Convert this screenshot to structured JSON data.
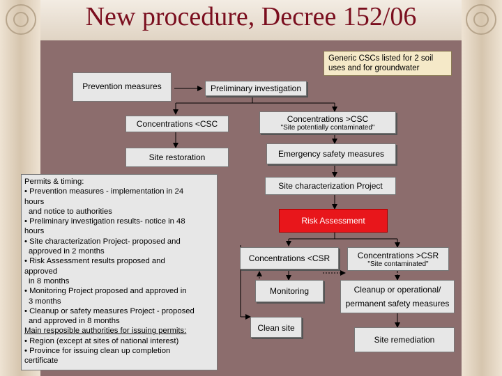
{
  "title": "New procedure, Decree 152/06",
  "note": [
    "Generic CSCs listed for 2 soil",
    "uses and for groundwater"
  ],
  "boxes": {
    "prevention": "Prevention measures",
    "preliminary": "Preliminary investigation",
    "conc_lt_csc": "Concentrations <CSC",
    "conc_gt_csc": "Concentrations >CSC",
    "conc_gt_csc_sub": "\"Site potentially contaminated\"",
    "site_restoration": "Site restoration",
    "emergency": "Emergency safety measures",
    "characterization": "Site characterization Project",
    "risk": "Risk Assessment",
    "conc_lt_csr": "Concentrations <CSR",
    "conc_gt_csr": "Concentrations >CSR",
    "conc_gt_csr_sub": "\"Site contaminated\"",
    "monitoring": "Monitoring",
    "cleanup": [
      "Cleanup or operational/",
      "permanent safety measures"
    ],
    "clean_site": "Clean site",
    "remediation": "Site remediation"
  },
  "info": {
    "heading": "Permits & timing:",
    "lines": [
      "• Prevention measures - implementation in 24",
      "hours",
      "  and notice to authorities",
      "• Preliminary investigation results- notice in 48",
      "hours",
      "• Site characterization Project- proposed and",
      "  approved in 2 months",
      "• Risk Assessment results proposed and",
      "approved",
      "  in 8 months",
      "• Monitoring Project proposed and approved in",
      "  3 months",
      "• Cleanup or safety measures Project - proposed",
      "  and  approved in 8 months"
    ],
    "authorities_heading": "Main resposible authorities for issuing permits:",
    "authorities": [
      "• Region (except at sites of national interest)",
      "• Province for issuing clean up completion",
      "certificate"
    ]
  }
}
